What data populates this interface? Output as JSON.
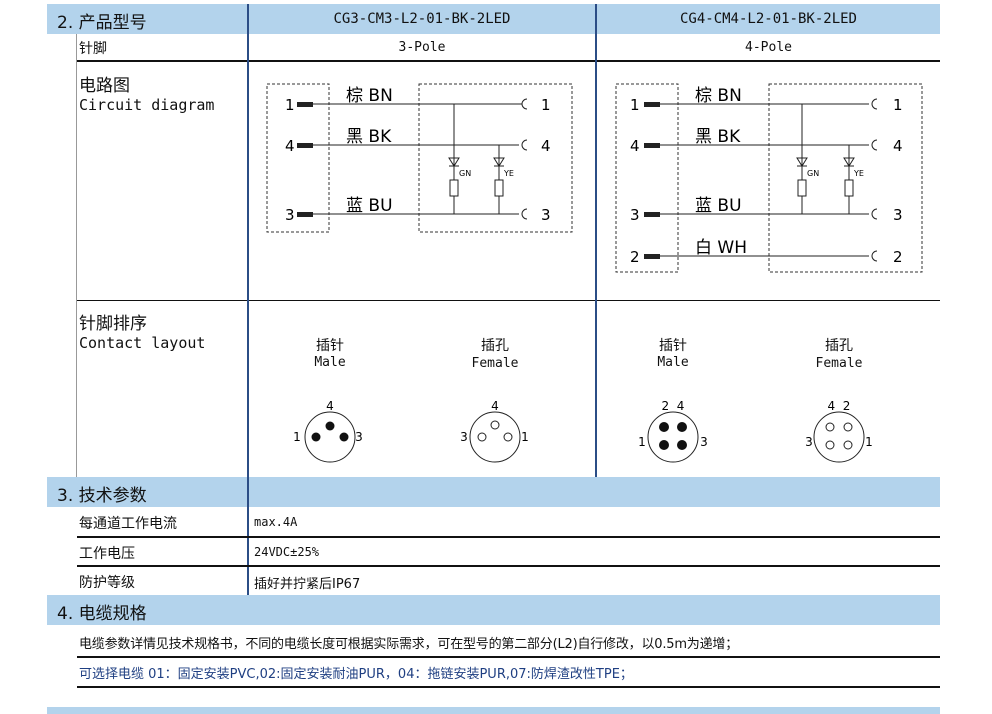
{
  "section2": {
    "title": "2. 产品型号",
    "models": [
      "CG3-CM3-L2-01-BK-2LED",
      "CG4-CM4-L2-01-BK-2LED"
    ],
    "pin_label": "针脚",
    "pins": [
      "3-Pole",
      "4-Pole"
    ],
    "circuit_label_cn": "电路图",
    "circuit_label_en": "Circuit diagram",
    "contact_label_cn": "针脚排序",
    "contact_label_en": "Contact layout"
  },
  "circuit3": {
    "left_pins": [
      "1",
      "4",
      "3"
    ],
    "wires": [
      "棕 BN",
      "黑 BK",
      "蓝 BU"
    ],
    "right_pins": [
      "1",
      "4",
      "3"
    ],
    "led_gn": "GN",
    "led_ye": "YE"
  },
  "circuit4": {
    "left_pins": [
      "1",
      "4",
      "3",
      "2"
    ],
    "wires": [
      "棕 BN",
      "黑 BK",
      "蓝 BU",
      "白 WH"
    ],
    "right_pins": [
      "1",
      "4",
      "3",
      "2"
    ],
    "led_gn": "GN",
    "led_ye": "YE"
  },
  "contacts": {
    "male_cn": "插针",
    "male_en": "Male",
    "female_cn": "插孔",
    "female_en": "Female",
    "p3_male": {
      "top": "4",
      "left": "1",
      "right": "3"
    },
    "p3_female": {
      "top": "4",
      "left": "3",
      "right": "1"
    },
    "p4_male": {
      "top": "2  4",
      "left": "1",
      "right": "3"
    },
    "p4_female": {
      "top": "4  2",
      "left": "3",
      "right": "1"
    }
  },
  "section3": {
    "title": "3. 技术参数",
    "rows": [
      {
        "label": "每通道工作电流",
        "value": "max.4A"
      },
      {
        "label": "工作电压",
        "value": "24VDC±25%"
      },
      {
        "label": "防护等级",
        "value": "插好并拧紧后IP67"
      }
    ]
  },
  "section4": {
    "title": "4. 电缆规格",
    "line1": "电缆参数详情见技术规格书，不同的电缆长度可根据实际需求，可在型号的第二部分(L2)自行修改，以0.5m为递增；",
    "line2": "可选择电缆 01：固定安装PVC,02:固定安装耐油PUR，04：拖链安装PUR,07:防焊渣改性TPE；"
  },
  "colors": {
    "header_band": "#b3d3ec",
    "divider": "#2b4d86",
    "cable_text": "#1f3f82"
  }
}
